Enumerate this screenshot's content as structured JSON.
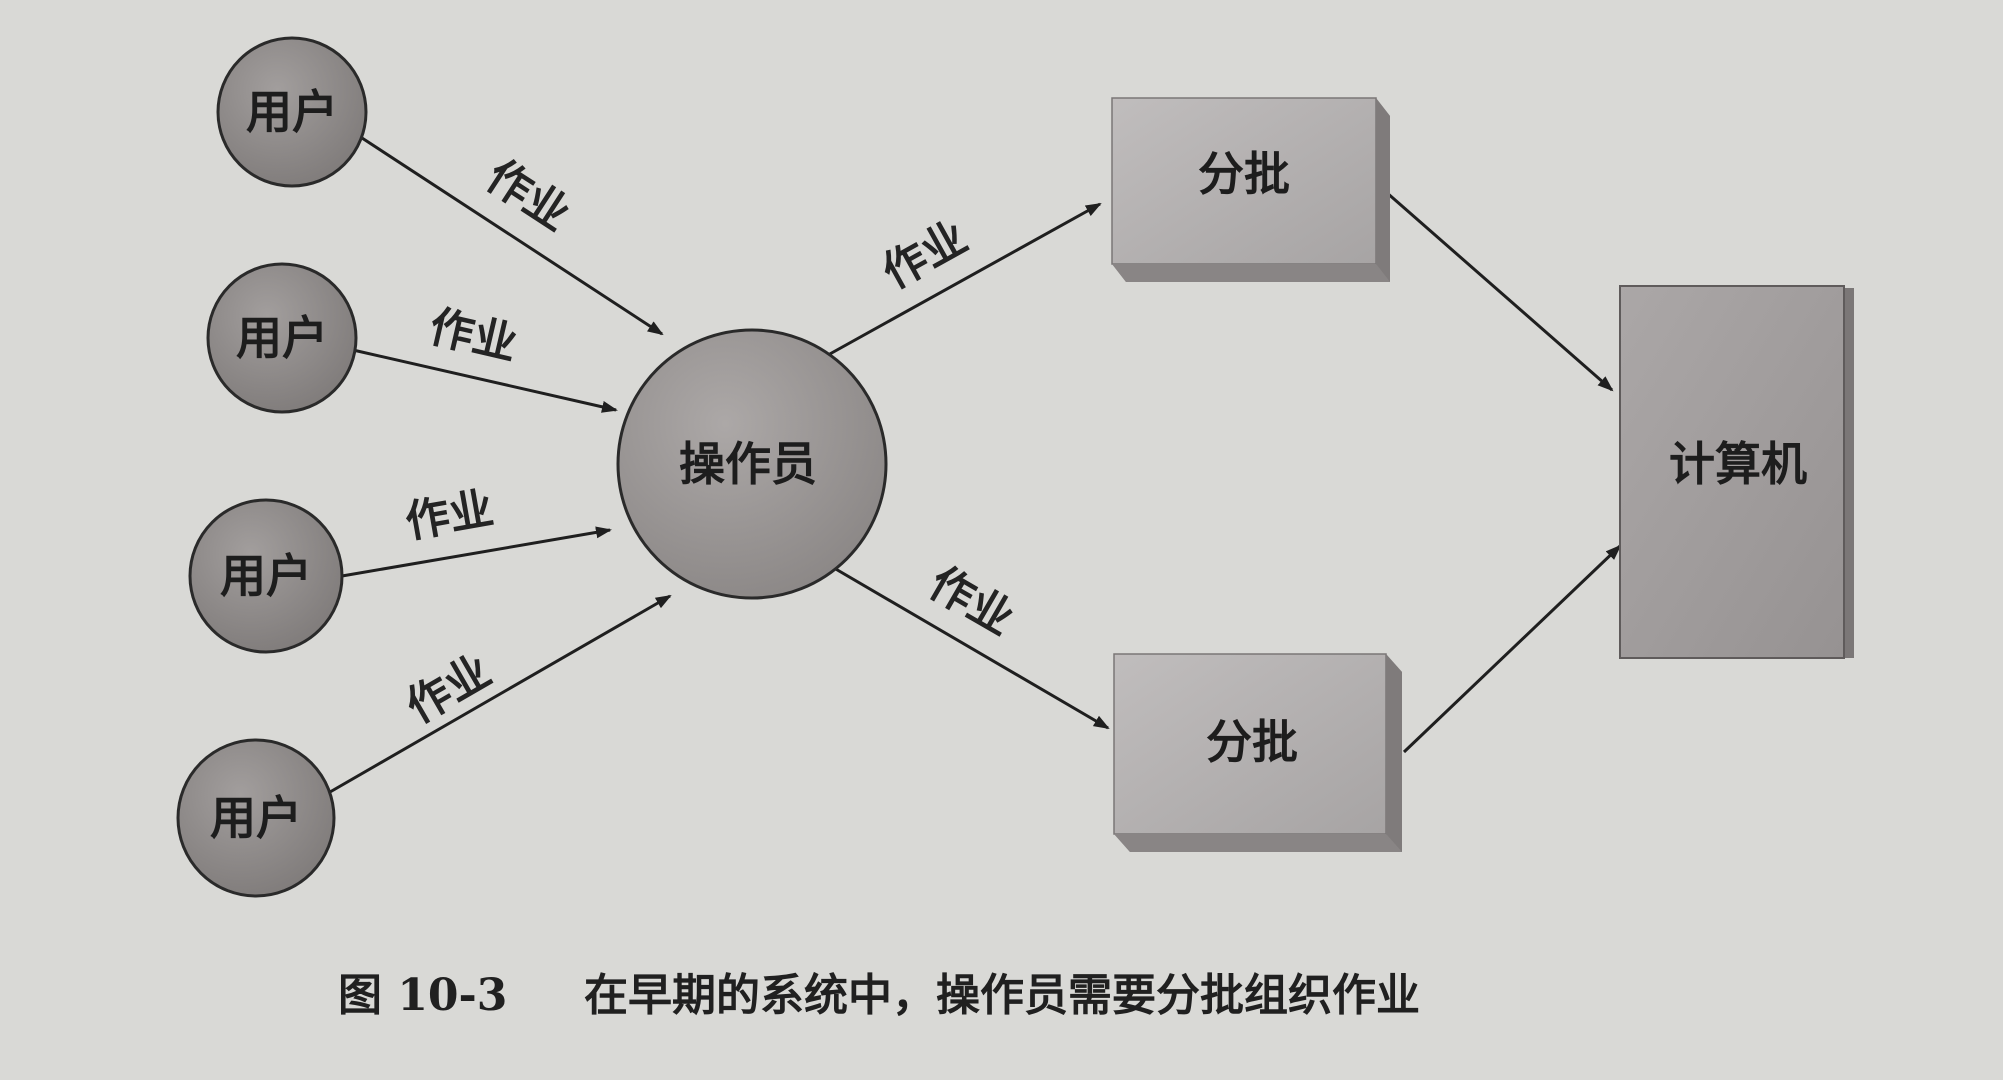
{
  "diagram": {
    "user_nodes": [
      "用户",
      "用户",
      "用户",
      "用户"
    ],
    "operator_label": "操作员",
    "batch_nodes": [
      "分批",
      "分批"
    ],
    "computer_label": "计算机",
    "edge_label": "作业",
    "caption": {
      "figure_number": "图 10-3",
      "text": "在早期的系统中，操作员需要分批组织作业"
    },
    "colors": {
      "page_background": "#d9d9d6",
      "user_fill": "#8d8988",
      "operator_fill": "#9a9695",
      "batch_fill": "#b3b0b0",
      "computer_fill": "#a19d9d",
      "arrow": "#1f1f1f"
    }
  }
}
